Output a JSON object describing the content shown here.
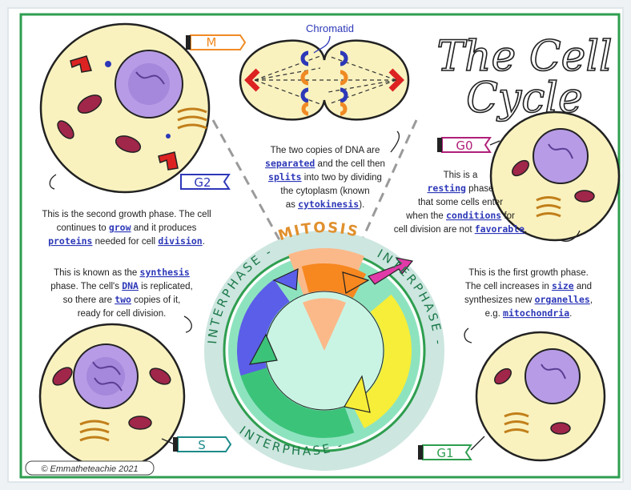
{
  "title": {
    "line1": "The Cell",
    "line2": "Cycle"
  },
  "labels": {
    "m": "M",
    "chromatid": "Chromatid",
    "g0": "G0",
    "g1": "G1",
    "g2": "G2",
    "s": "S",
    "mitosis": "MITOSIS",
    "interphase_left": "INTERPHASE - INTERPHASE -",
    "interphase_right": "INTERPHASE -",
    "credit": "© Emmatheteachie 2021"
  },
  "texts": {
    "mitosis": {
      "l1a": "The two copies of DNA are",
      "l2kw": "separated",
      "l2b": " and the cell then",
      "l3kw": "splits",
      "l3b": " into two by dividing",
      "l4": "the cytoplasm (known",
      "l5a": "as ",
      "l5kw": "cytokinesis",
      "l5b": ")."
    },
    "g0": {
      "l1": "This is a",
      "l2kw": "resting",
      "l2b": " phase",
      "l3": "that some cells enter",
      "l4a": "when the ",
      "l4kw": "conditions",
      "l4b": " for",
      "l5a": "cell division are not ",
      "l5kw": "favorable",
      "l5b": "."
    },
    "g2": {
      "l1": "This is the second growth phase. The cell",
      "l2a": "continues to ",
      "l2kw": "grow",
      "l2b": " and it produces",
      "l3kw": "proteins",
      "l3b": " needed for cell ",
      "l3kw2": "division",
      "l3c": "."
    },
    "s": {
      "l1a": "This is known as the ",
      "l1kw": "synthesis",
      "l2a": "phase. The cell's ",
      "l2kw": "DNA",
      "l2b": " is replicated,",
      "l3a": "so there are ",
      "l3kw": "two",
      "l3b": " copies of it,",
      "l4": "ready for cell division."
    },
    "g1": {
      "l1": "This is the first growth phase.",
      "l2a": "The cell increases in ",
      "l2kw": "size",
      "l2b": " and",
      "l3a": "synthesizes new ",
      "l3kw": "organelles",
      "l3b": ",",
      "l4a": "e.g. ",
      "l4kw": "mitochondria",
      "l4b": "."
    }
  },
  "colors": {
    "border": "#2e9e4f",
    "cell_fill": "#f9f2bf",
    "nucleus": "#b79be6",
    "label_m": "#f08a24",
    "label_g0": "#b0207a",
    "label_g1": "#2e9e4f",
    "label_g2": "#2d38b8",
    "label_s": "#1d8a8a",
    "keyword": "#2d38b8",
    "arrow_blue": "#5b5ee8",
    "arrow_orange": "#f7871f",
    "arrow_yellow": "#f6ee38",
    "arrow_green": "#3cc37a",
    "arrow_pink": "#e03aa8"
  }
}
